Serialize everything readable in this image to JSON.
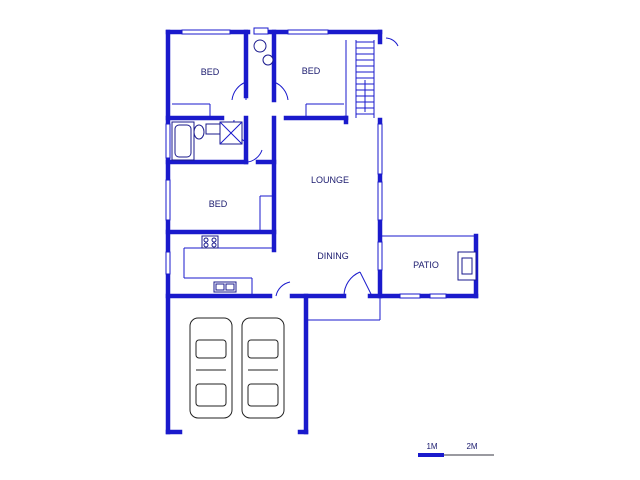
{
  "rooms": {
    "bed_left": "BED",
    "bed_right": "BED",
    "bed_lower": "BED",
    "lounge": "LOUNGE",
    "dining": "DINING",
    "patio": "PATIO"
  },
  "scale": {
    "label_1": "1M",
    "label_2": "2M"
  },
  "colors": {
    "wall": "#1a1acc",
    "text": "#1a1a6e"
  }
}
